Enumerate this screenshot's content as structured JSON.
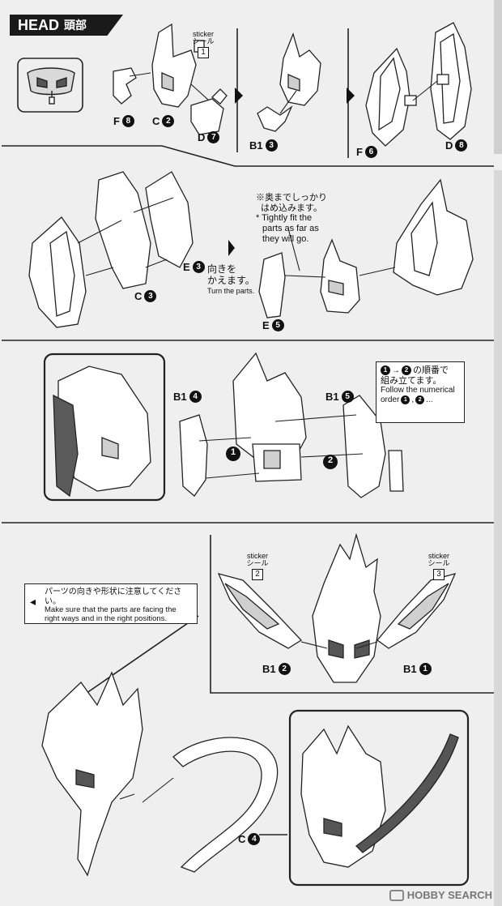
{
  "header": {
    "title": "HEAD",
    "title_jp": "頭部"
  },
  "panel1": {
    "sticker": {
      "en": "sticker",
      "jp": "シール",
      "num": "1"
    },
    "labels": [
      {
        "part": "F",
        "num": "8"
      },
      {
        "part": "C",
        "num": "2"
      },
      {
        "part": "D",
        "num": "7"
      },
      {
        "part": "B1",
        "num": "3"
      },
      {
        "part": "F",
        "num": "6"
      },
      {
        "part": "D",
        "num": "8"
      }
    ]
  },
  "panel2": {
    "labels": [
      {
        "part": "E",
        "num": "3"
      },
      {
        "part": "C",
        "num": "3"
      },
      {
        "part": "E",
        "num": "5"
      }
    ],
    "turn_jp_1": "向きを",
    "turn_jp_2": "かえます。",
    "turn_en": "Turn the parts.",
    "fit_jp_1": "※奥までしっかり",
    "fit_jp_2": "はめ込みます。",
    "fit_en_1": "* Tightly fit the",
    "fit_en_2": "parts as far as",
    "fit_en_3": "they will go."
  },
  "panel3": {
    "labels": [
      {
        "part": "B1",
        "num": "4"
      },
      {
        "part": "B1",
        "num": "5"
      }
    ],
    "step1": "1",
    "step2": "2",
    "order_jp_1": "の順番で",
    "order_jp_2": "組み立てます。",
    "order_en_1": "Follow the numerical",
    "order_en_2": "order"
  },
  "panel4": {
    "sticker_left": {
      "en": "sticker",
      "jp": "シール",
      "num": "2"
    },
    "sticker_right": {
      "en": "sticker",
      "jp": "シール",
      "num": "3"
    },
    "labels": [
      {
        "part": "B1",
        "num": "2"
      },
      {
        "part": "B1",
        "num": "1"
      },
      {
        "part": "C",
        "num": "4"
      }
    ],
    "note_jp": "パーツの向きや形状に注意してください。",
    "note_en_1": "Make sure that the parts are facing the",
    "note_en_2": "right ways and in the right positions."
  },
  "watermark": {
    "text": "HOBBY SEARCH"
  }
}
